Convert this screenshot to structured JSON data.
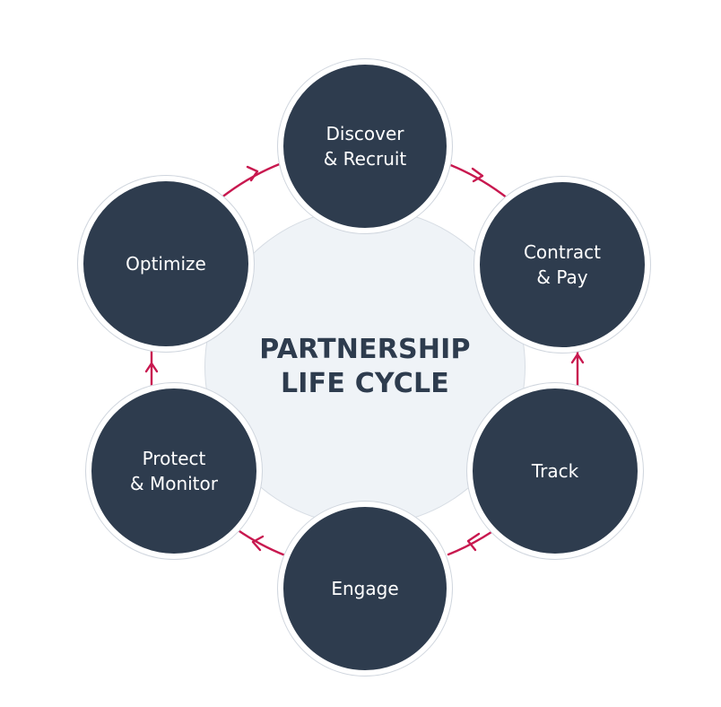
{
  "title": {
    "line1": "PARTNERSHIP",
    "line2": "LIFE CYCLE"
  },
  "stages": [
    {
      "line1": "Discover",
      "line2": "& Recruit"
    },
    {
      "line1": "Contract",
      "line2": "& Pay"
    },
    {
      "line1": "Track",
      "line2": ""
    },
    {
      "line1": "Engage",
      "line2": ""
    },
    {
      "line1": "Protect",
      "line2": "& Monitor"
    },
    {
      "line1": "Optimize",
      "line2": ""
    }
  ],
  "colors": {
    "node": "#2e3c4e",
    "center": "#eff3f7",
    "arrow": "#c8184f",
    "title": "#2e3c4e",
    "label": "#ffffff"
  }
}
